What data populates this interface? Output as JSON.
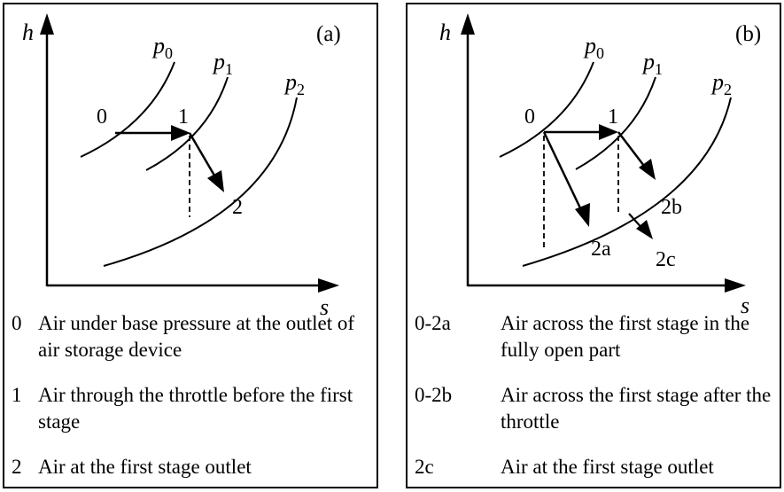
{
  "panel_a": {
    "tag": "(a)",
    "axis_h": "h",
    "axis_s": "s",
    "pressure_labels": {
      "p0": "p",
      "p0_sub": "0",
      "p1": "p",
      "p1_sub": "1",
      "p2": "p",
      "p2_sub": "2"
    },
    "points": {
      "pt0": "0",
      "pt1": "1",
      "pt2": "2"
    },
    "legend": [
      {
        "key": "0",
        "desc": "Air under base pressure at the outlet of air storage device"
      },
      {
        "key": "1",
        "desc": "Air through the throttle before the first stage"
      },
      {
        "key": "2",
        "desc": "Air at the first stage outlet"
      }
    ]
  },
  "panel_b": {
    "tag": "(b)",
    "axis_h": "h",
    "axis_s": "s",
    "pressure_labels": {
      "p0": "p",
      "p0_sub": "0",
      "p1": "p",
      "p1_sub": "1",
      "p2": "p",
      "p2_sub": "2"
    },
    "points": {
      "pt0": "0",
      "pt1": "1",
      "pt2a": "2a",
      "pt2b": "2b",
      "pt2c": "2c"
    },
    "legend": [
      {
        "key": "0-2a",
        "desc": "Air across the first stage in the fully open part"
      },
      {
        "key": "0-2b",
        "desc": "Air across the first stage after the throttle"
      },
      {
        "key": "2c",
        "desc": "Air at the first stage outlet"
      }
    ]
  }
}
